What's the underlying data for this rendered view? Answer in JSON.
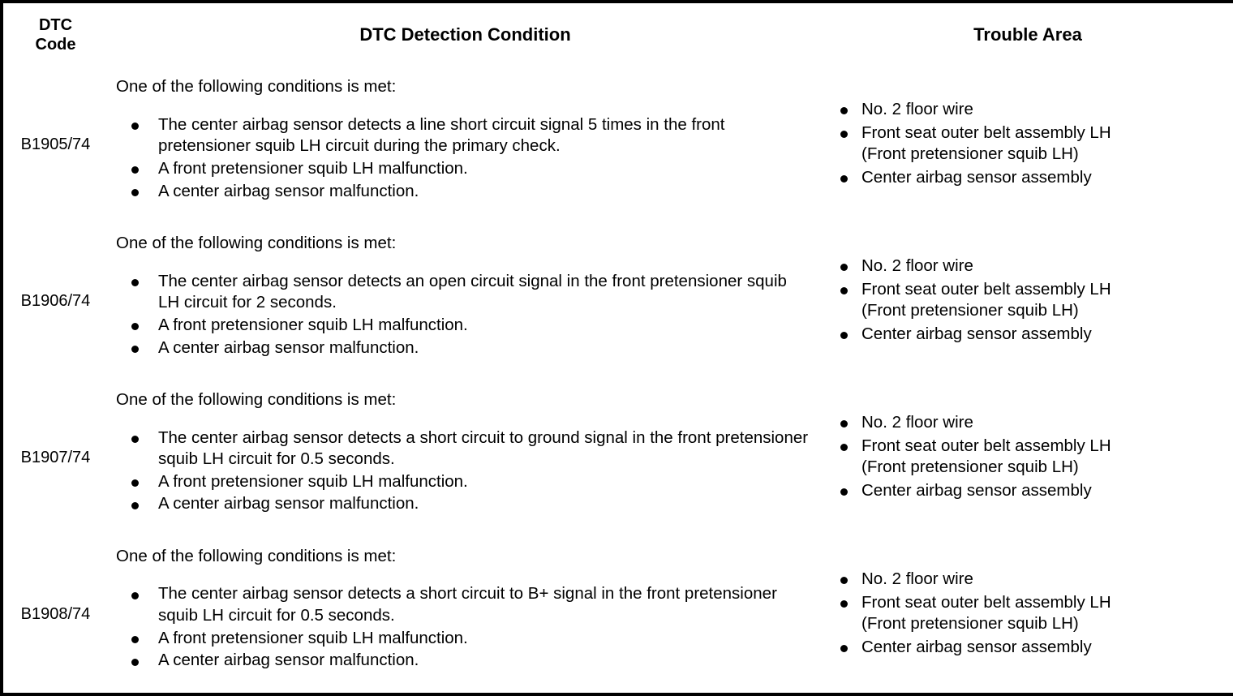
{
  "table": {
    "headers": {
      "dtc_code": "DTC\nCode",
      "dtc_code_line1": "DTC",
      "dtc_code_line2": "Code",
      "detection_condition": "DTC Detection Condition",
      "trouble_area": "Trouble Area"
    },
    "rows": [
      {
        "code": "B1905/74",
        "condition_intro": "One of the following conditions is met:",
        "condition_bullets": [
          "The center airbag sensor detects a line short circuit signal 5 times in the front pretensioner squib LH circuit during the primary check.",
          "A front pretensioner squib LH malfunction.",
          "A center airbag sensor malfunction."
        ],
        "trouble_area_bullets": [
          {
            "text": "No. 2 floor wire",
            "sub": ""
          },
          {
            "text": "Front seat outer belt assembly LH",
            "sub": "(Front pretensioner squib LH)"
          },
          {
            "text": "Center airbag sensor assembly",
            "sub": ""
          }
        ]
      },
      {
        "code": "B1906/74",
        "condition_intro": "One of the following conditions is met:",
        "condition_bullets": [
          "The center airbag sensor detects an open circuit signal in the front pretensioner squib LH circuit for 2 seconds.",
          "A front pretensioner squib LH malfunction.",
          "A center airbag sensor malfunction."
        ],
        "trouble_area_bullets": [
          {
            "text": "No. 2 floor wire",
            "sub": ""
          },
          {
            "text": "Front seat outer belt assembly LH",
            "sub": "(Front pretensioner squib LH)"
          },
          {
            "text": "Center airbag sensor assembly",
            "sub": ""
          }
        ]
      },
      {
        "code": "B1907/74",
        "condition_intro": "One of the following conditions is met:",
        "condition_bullets": [
          "The center airbag sensor detects a short circuit to ground signal in the front pretensioner squib LH circuit for 0.5 seconds.",
          "A front pretensioner squib LH malfunction.",
          "A center airbag sensor malfunction."
        ],
        "trouble_area_bullets": [
          {
            "text": "No. 2 floor wire",
            "sub": ""
          },
          {
            "text": "Front seat outer belt assembly LH",
            "sub": "(Front pretensioner squib LH)"
          },
          {
            "text": "Center airbag sensor assembly",
            "sub": ""
          }
        ]
      },
      {
        "code": "B1908/74",
        "condition_intro": "One of the following conditions is met:",
        "condition_bullets": [
          "The center airbag sensor detects a short circuit to B+ signal in the front pretensioner squib LH circuit for 0.5 seconds.",
          "A front pretensioner squib LH malfunction.",
          "A center airbag sensor malfunction."
        ],
        "trouble_area_bullets": [
          {
            "text": "No. 2 floor wire",
            "sub": ""
          },
          {
            "text": "Front seat outer belt assembly LH",
            "sub": "(Front pretensioner squib LH)"
          },
          {
            "text": "Center airbag sensor assembly",
            "sub": ""
          }
        ]
      }
    ]
  },
  "colors": {
    "border": "#000000",
    "background": "#ffffff",
    "text": "#000000"
  }
}
